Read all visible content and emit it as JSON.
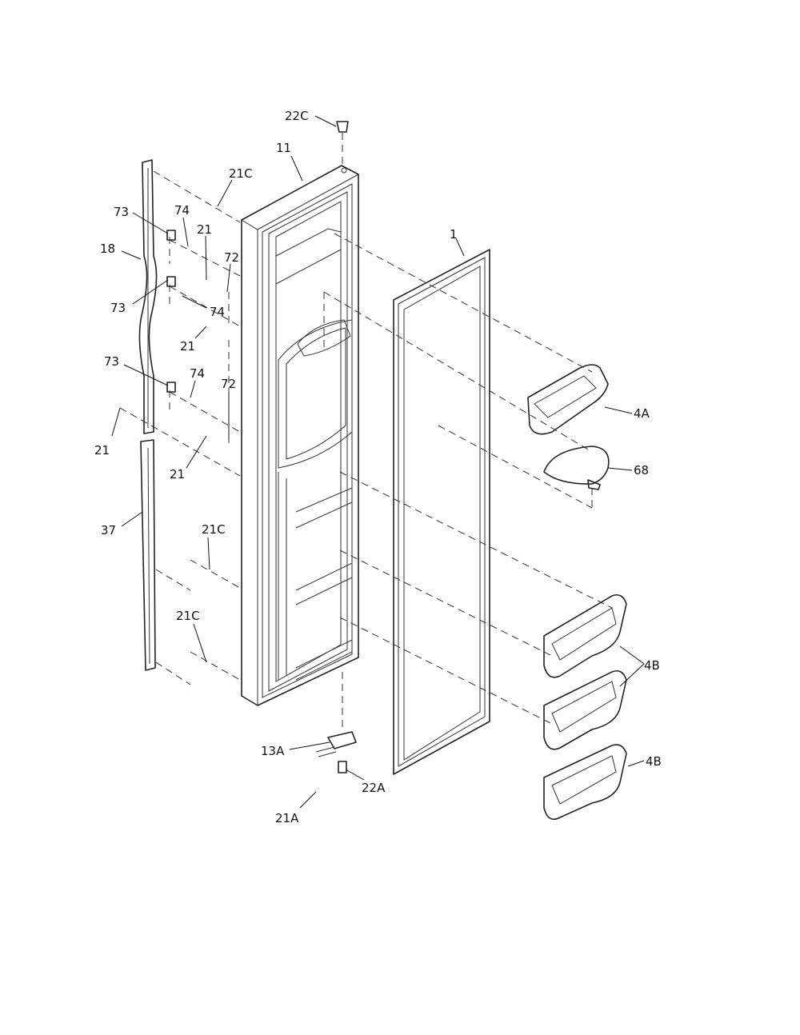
{
  "callouts": {
    "c22C_top": "22C",
    "c11": "11",
    "c21C_top": "21C",
    "c1": "1",
    "c73_a": "73",
    "c74_a": "74",
    "c21_a": "21",
    "c72_a": "72",
    "c18": "18",
    "c73_b": "73",
    "c74_b": "74",
    "c21_b": "21",
    "c73_c": "73",
    "c74_c": "74",
    "c72_b": "72",
    "c4A": "4A",
    "c68": "68",
    "c21_c": "21",
    "c21_d": "21",
    "c37": "37",
    "c21C_mid": "21C",
    "c21C_low": "21C",
    "c4B_a": "4B",
    "c4B_b": "4B",
    "c13A": "13A",
    "c22A": "22A",
    "c21A": "21A"
  }
}
